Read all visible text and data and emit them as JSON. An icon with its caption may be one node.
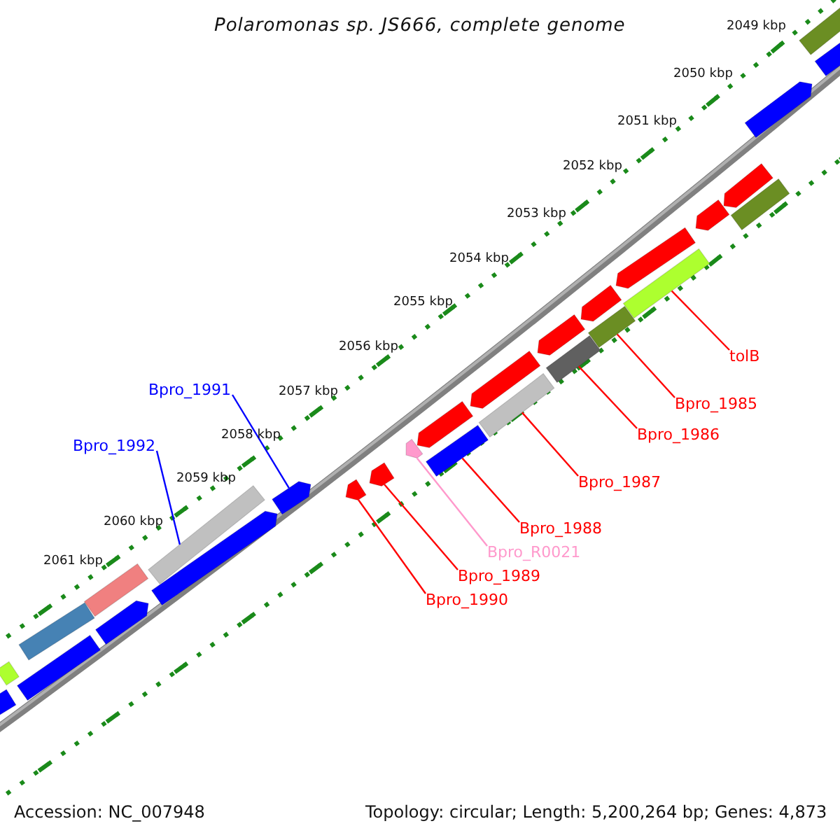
{
  "diagram": {
    "title": "Polaromonas sp. JS666, complete genome",
    "nodes": [
      {
        "text": [
          "tolB"
        ]
      },
      {
        "text": [
          "Bpro_1991"
        ]
      },
      {
        "text": [
          "Bpro_1985"
        ]
      },
      {
        "text": [
          "Bpro_1986"
        ]
      },
      {
        "text": [
          "Bpro_1992"
        ]
      },
      {
        "text": [
          "Bpro_1987"
        ]
      },
      {
        "text": [
          "Bpro_1988"
        ]
      },
      {
        "text": [
          "Bpro_R0021"
        ]
      },
      {
        "text": [
          "Bpro_1989"
        ]
      },
      {
        "text": [
          "Bpro_1990"
        ]
      },
      {
        "text": [],
        "shape": "bar"
      },
      {
        "text": [],
        "shape": "bar"
      },
      {
        "text": [],
        "shape": "arrow"
      },
      {
        "text": [],
        "shape": "arrow"
      },
      {
        "text": [],
        "shape": "bar"
      },
      {
        "text": [],
        "shape": "arrow"
      },
      {
        "text": [],
        "shape": "arrow"
      },
      {
        "text": [],
        "shape": "bar"
      },
      {
        "text": [],
        "shape": "arrow"
      },
      {
        "text": [],
        "shape": "bar"
      },
      {
        "text": [],
        "shape": "arrow"
      },
      {
        "text": [],
        "shape": "bar"
      },
      {
        "text": [],
        "shape": "arrow"
      },
      {
        "text": [],
        "shape": "bar"
      },
      {
        "text": [],
        "shape": "arrow"
      },
      {
        "text": [],
        "shape": "arrow"
      },
      {
        "text": [],
        "shape": "bar"
      },
      {
        "text": [],
        "shape": "arrow"
      },
      {
        "text": [],
        "shape": "arrow"
      },
      {
        "text": [],
        "shape": "arrow"
      },
      {
        "text": [],
        "shape": "bar"
      },
      {
        "text": [],
        "shape": "arrow"
      },
      {
        "text": [],
        "shape": "bar"
      },
      {
        "text": [],
        "shape": "arrow"
      },
      {
        "text": [],
        "shape": "bar"
      },
      {
        "text": [],
        "shape": "bar"
      },
      {
        "text": [],
        "shape": "bar"
      },
      {
        "text": [],
        "shape": "bar"
      }
    ],
    "edges": [
      {
        "from": 0,
        "to": 17,
        "arrow": "none"
      },
      {
        "from": 1,
        "to": 29,
        "arrow": "none",
        "color": "#0000ff"
      },
      {
        "from": 2,
        "to": 19,
        "arrow": "none"
      },
      {
        "from": 3,
        "to": 21,
        "arrow": "none"
      },
      {
        "from": 4,
        "to": 30,
        "arrow": "none",
        "color": "#0000ff"
      },
      {
        "from": 5,
        "to": 23,
        "arrow": "none"
      },
      {
        "from": 6,
        "to": 26,
        "arrow": "none"
      },
      {
        "from": 7,
        "to": 25,
        "arrow": "none",
        "color": "#ff99cc"
      },
      {
        "from": 8,
        "to": 27,
        "arrow": "none"
      },
      {
        "from": 9,
        "to": 28,
        "arrow": "none"
      }
    ],
    "labels": [
      "2049 kbp",
      "2050 kbp",
      "2051 kbp",
      "2052 kbp",
      "2053 kbp",
      "2054 kbp",
      "2055 kbp",
      "2056 kbp",
      "2057 kbp",
      "2058 kbp",
      "2059 kbp",
      "2060 kbp",
      "2061 kbp",
      "Accession: NC_007948",
      "Topology: circular; Length: 5,200,264 bp; Genes: 4,873"
    ]
  }
}
